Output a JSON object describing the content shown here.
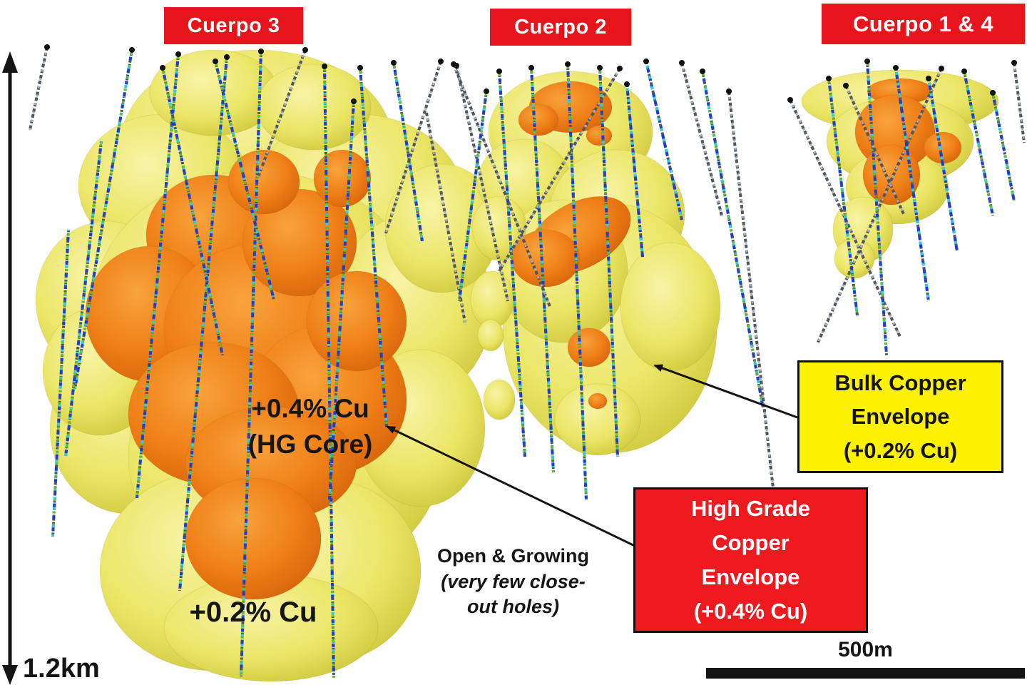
{
  "body_labels": {
    "cuerpo3": "Cuerpo 3",
    "cuerpo2": "Cuerpo 2",
    "cuerpo14": "Cuerpo 1 & 4"
  },
  "annotations": {
    "hg_core_line1": "+0.4% Cu",
    "hg_core_line2": "(HG Core)",
    "bulk_grade": "+0.2% Cu",
    "open_line1": "Open & Growing",
    "open_line2": "(very few close-",
    "open_line3": "out holes)"
  },
  "legend": {
    "bulk_line1": "Bulk Copper",
    "bulk_line2": "Envelope",
    "bulk_line3": "(+0.2% Cu)",
    "hg_line1": "High Grade",
    "hg_line2": "Copper",
    "hg_line3": "Envelope",
    "hg_line4": "(+0.4% Cu)"
  },
  "scalebar": {
    "horizontal": "500m",
    "vertical": "1.2km"
  },
  "colors": {
    "background": "#ffffff",
    "label_red": "#e8141c",
    "legend_yellow": "#fff200",
    "legend_red": "#ee1a1f",
    "envelope_yellow": "#ece668",
    "envelope_yellow_light": "#f7f3a6",
    "envelope_yellow_dark": "#c8c234",
    "envelope_orange": "#ef7e16",
    "envelope_orange_light": "#f9a33c",
    "envelope_orange_dark": "#cf5f08",
    "trace_gray": "#50565e",
    "trace_blue": "#1c3ed0",
    "trace_cyan": "#30cfe0",
    "trace_green": "#5fbe30",
    "ink": "#141414"
  }
}
